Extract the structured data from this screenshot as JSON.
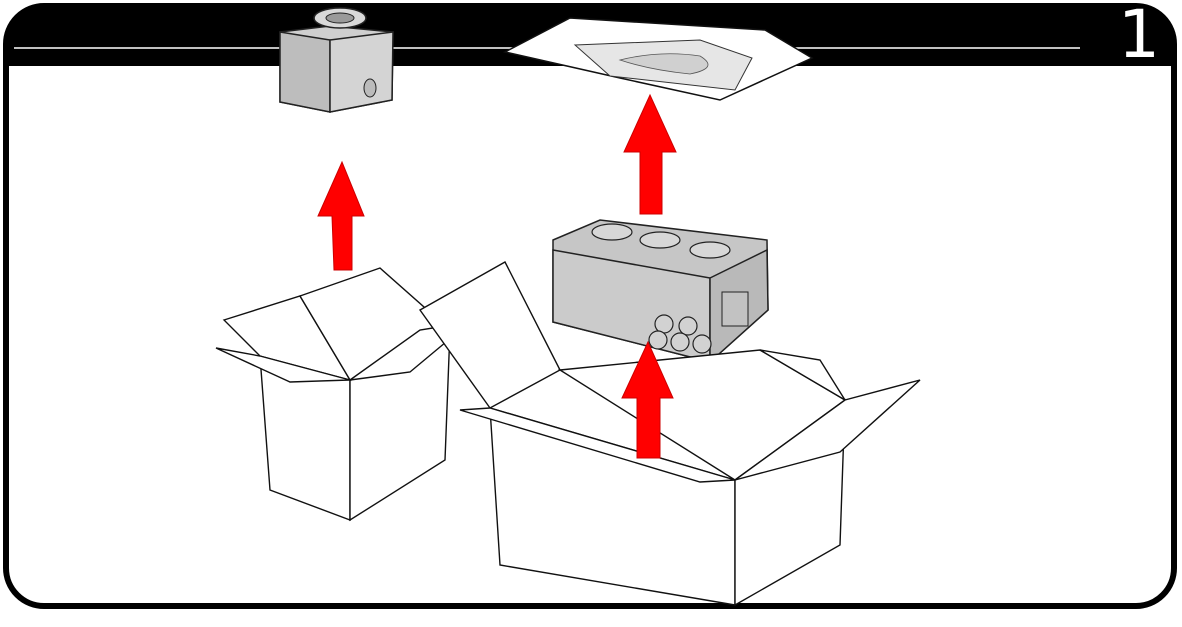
{
  "step": {
    "number": "1"
  },
  "colors": {
    "frame": "#000000",
    "header_bar": "#000000",
    "arrow": "#ff0000",
    "device": "#c8c8c8",
    "device_dark": "#a9a9a9",
    "box_line": "#1a1a1a"
  },
  "icons": {
    "arrows": [
      "arrow-up-icon",
      "arrow-up-icon",
      "arrow-up-icon"
    ],
    "objects": [
      "small-module",
      "foam-tray",
      "main-unit",
      "small-carton",
      "large-carton"
    ]
  }
}
